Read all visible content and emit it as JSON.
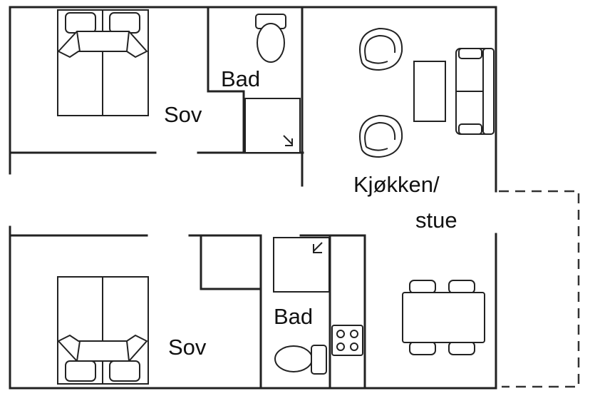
{
  "rooms": {
    "bedroom_top": "Sov",
    "bath_top": "Bad",
    "kitchen_living_line1": "Kjøkken/",
    "kitchen_living_line2": "stue",
    "bath_bottom": "Bad",
    "bedroom_bottom": "Sov"
  }
}
